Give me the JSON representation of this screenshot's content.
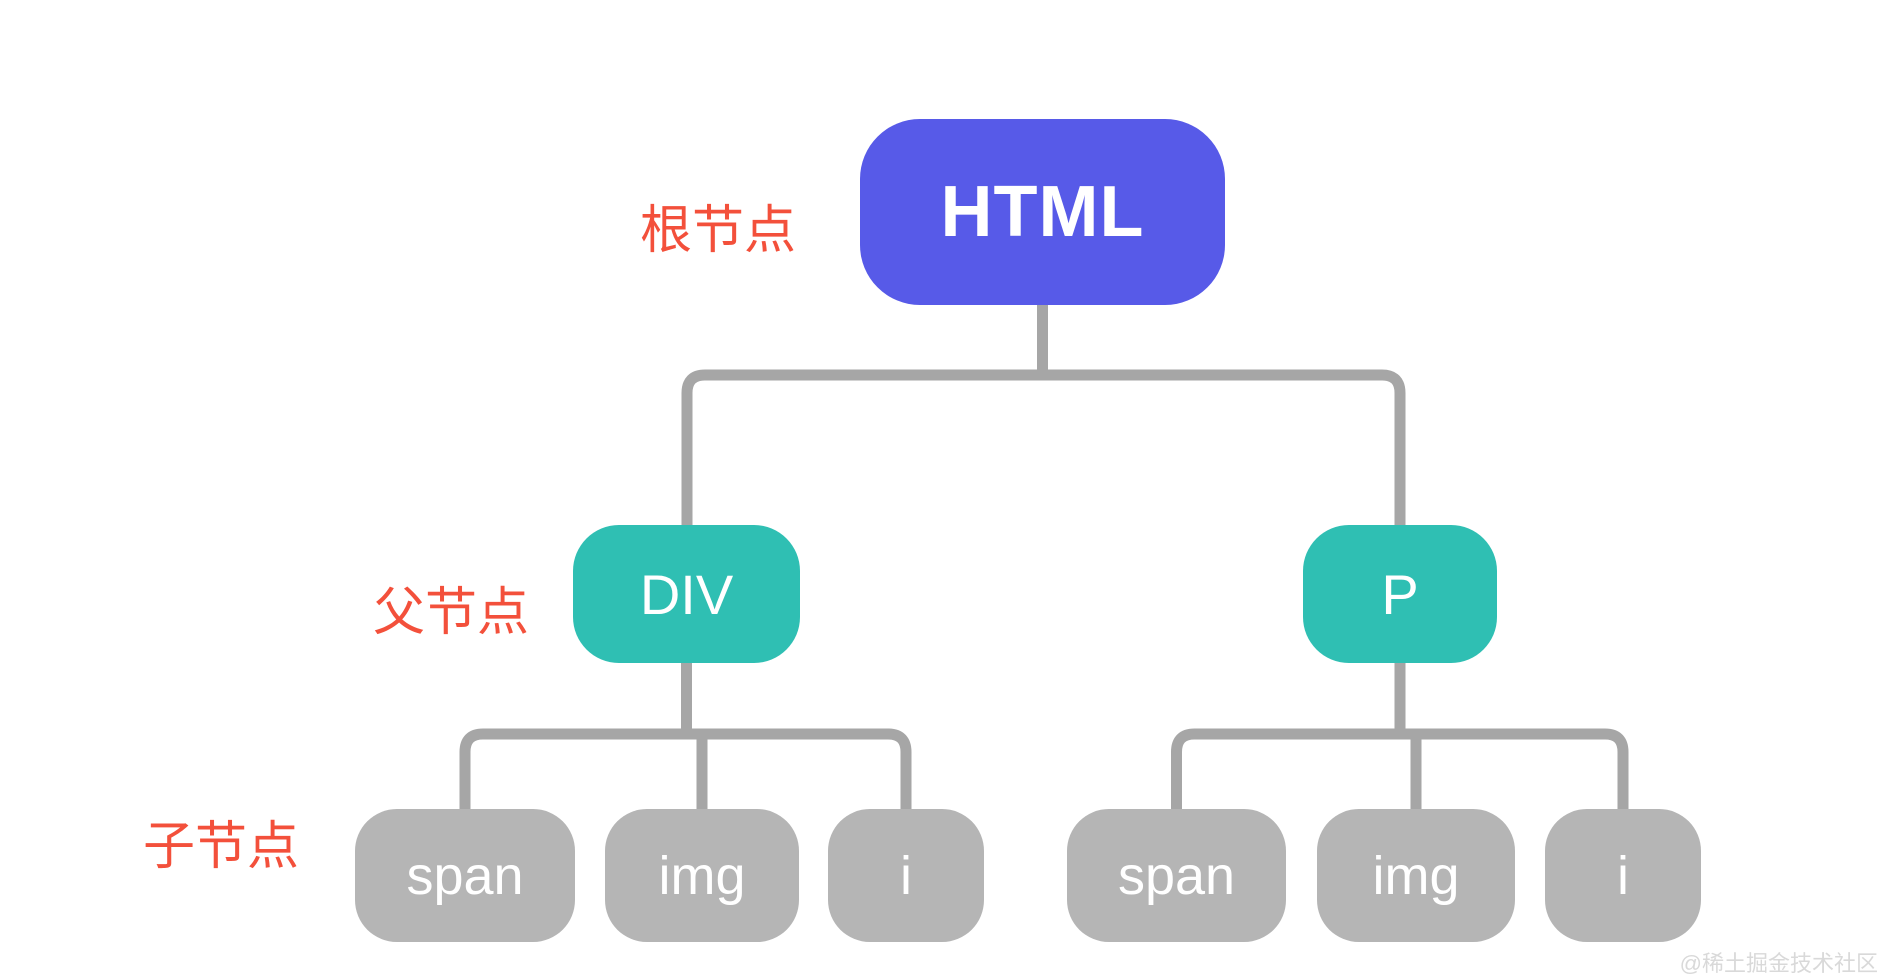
{
  "diagram": {
    "type": "dom-tree",
    "row_labels": {
      "root": "根节点",
      "parent": "父节点",
      "child": "子节点"
    },
    "nodes": {
      "root": "HTML",
      "parent_left": "DIV",
      "parent_right": "P",
      "children_left": [
        "span",
        "img",
        "i"
      ],
      "children_right": [
        "span",
        "img",
        "i"
      ]
    },
    "colors": {
      "root_fill": "#575AE8",
      "parent_fill": "#2FBFB3",
      "child_fill": "#B5B5B5",
      "connector": "#A6A6A6",
      "row_label_red": "#F3503B",
      "node_text": "#FFFFFF",
      "background": "#FFFFFF",
      "watermark_gray": "#D9D9D9"
    },
    "watermark": "@稀土掘金技术社区"
  }
}
